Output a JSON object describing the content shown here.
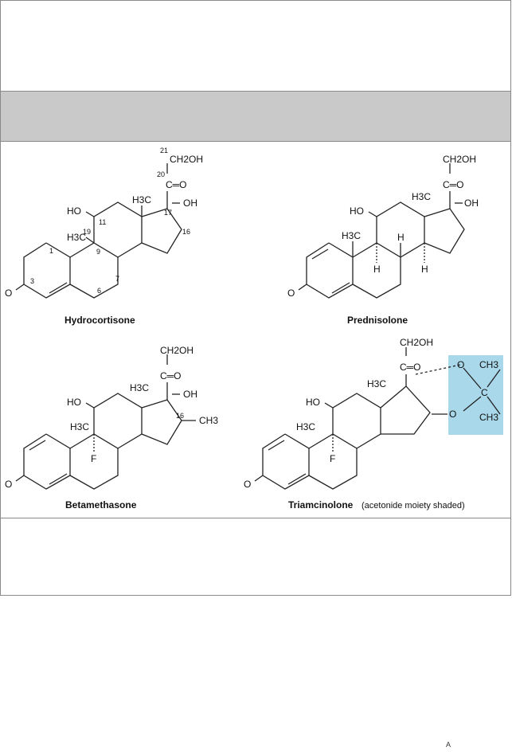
{
  "molecules": [
    {
      "name": "Hydrocortisone",
      "labels": {
        "o3": "O",
        "ho": "HO",
        "ch2oh": "CH2OH",
        "co": "C═O",
        "oh": "OH",
        "me18": "H3C",
        "me19": "H3C"
      },
      "numbering": [
        "21",
        "20",
        "11",
        "17",
        "19",
        "1",
        "9",
        "16",
        "3",
        "6",
        "7"
      ]
    },
    {
      "name": "Prednisolone",
      "labels": {
        "o3": "O",
        "ho": "HO",
        "ch2oh": "CH2OH",
        "co": "C═O",
        "oh": "OH",
        "me18": "H3C",
        "me19": "H3C",
        "h8": "H",
        "h9": "H",
        "h14": "H"
      }
    },
    {
      "name": "Betamethasone",
      "labels": {
        "o3": "O",
        "ho": "HO",
        "ch2oh": "CH2OH",
        "co": "C═O",
        "oh": "OH",
        "me18": "H3C",
        "me19": "H3C",
        "f9": "F",
        "num16": "16",
        "ch3": "CH3"
      }
    },
    {
      "name": "Triamcinolone",
      "caption_note": "(acetonide moiety shaded)",
      "labels": {
        "o3": "O",
        "ho": "HO",
        "ch2oh": "CH2OH",
        "co": "C═O",
        "me18": "H3C",
        "me19": "H3C",
        "f9": "F",
        "oa": "O",
        "ob": "O",
        "c": "C",
        "ch3a": "CH3",
        "ch3b": "CH3"
      },
      "shade_color": "#a9d8ea"
    }
  ],
  "footer_mark": "A"
}
